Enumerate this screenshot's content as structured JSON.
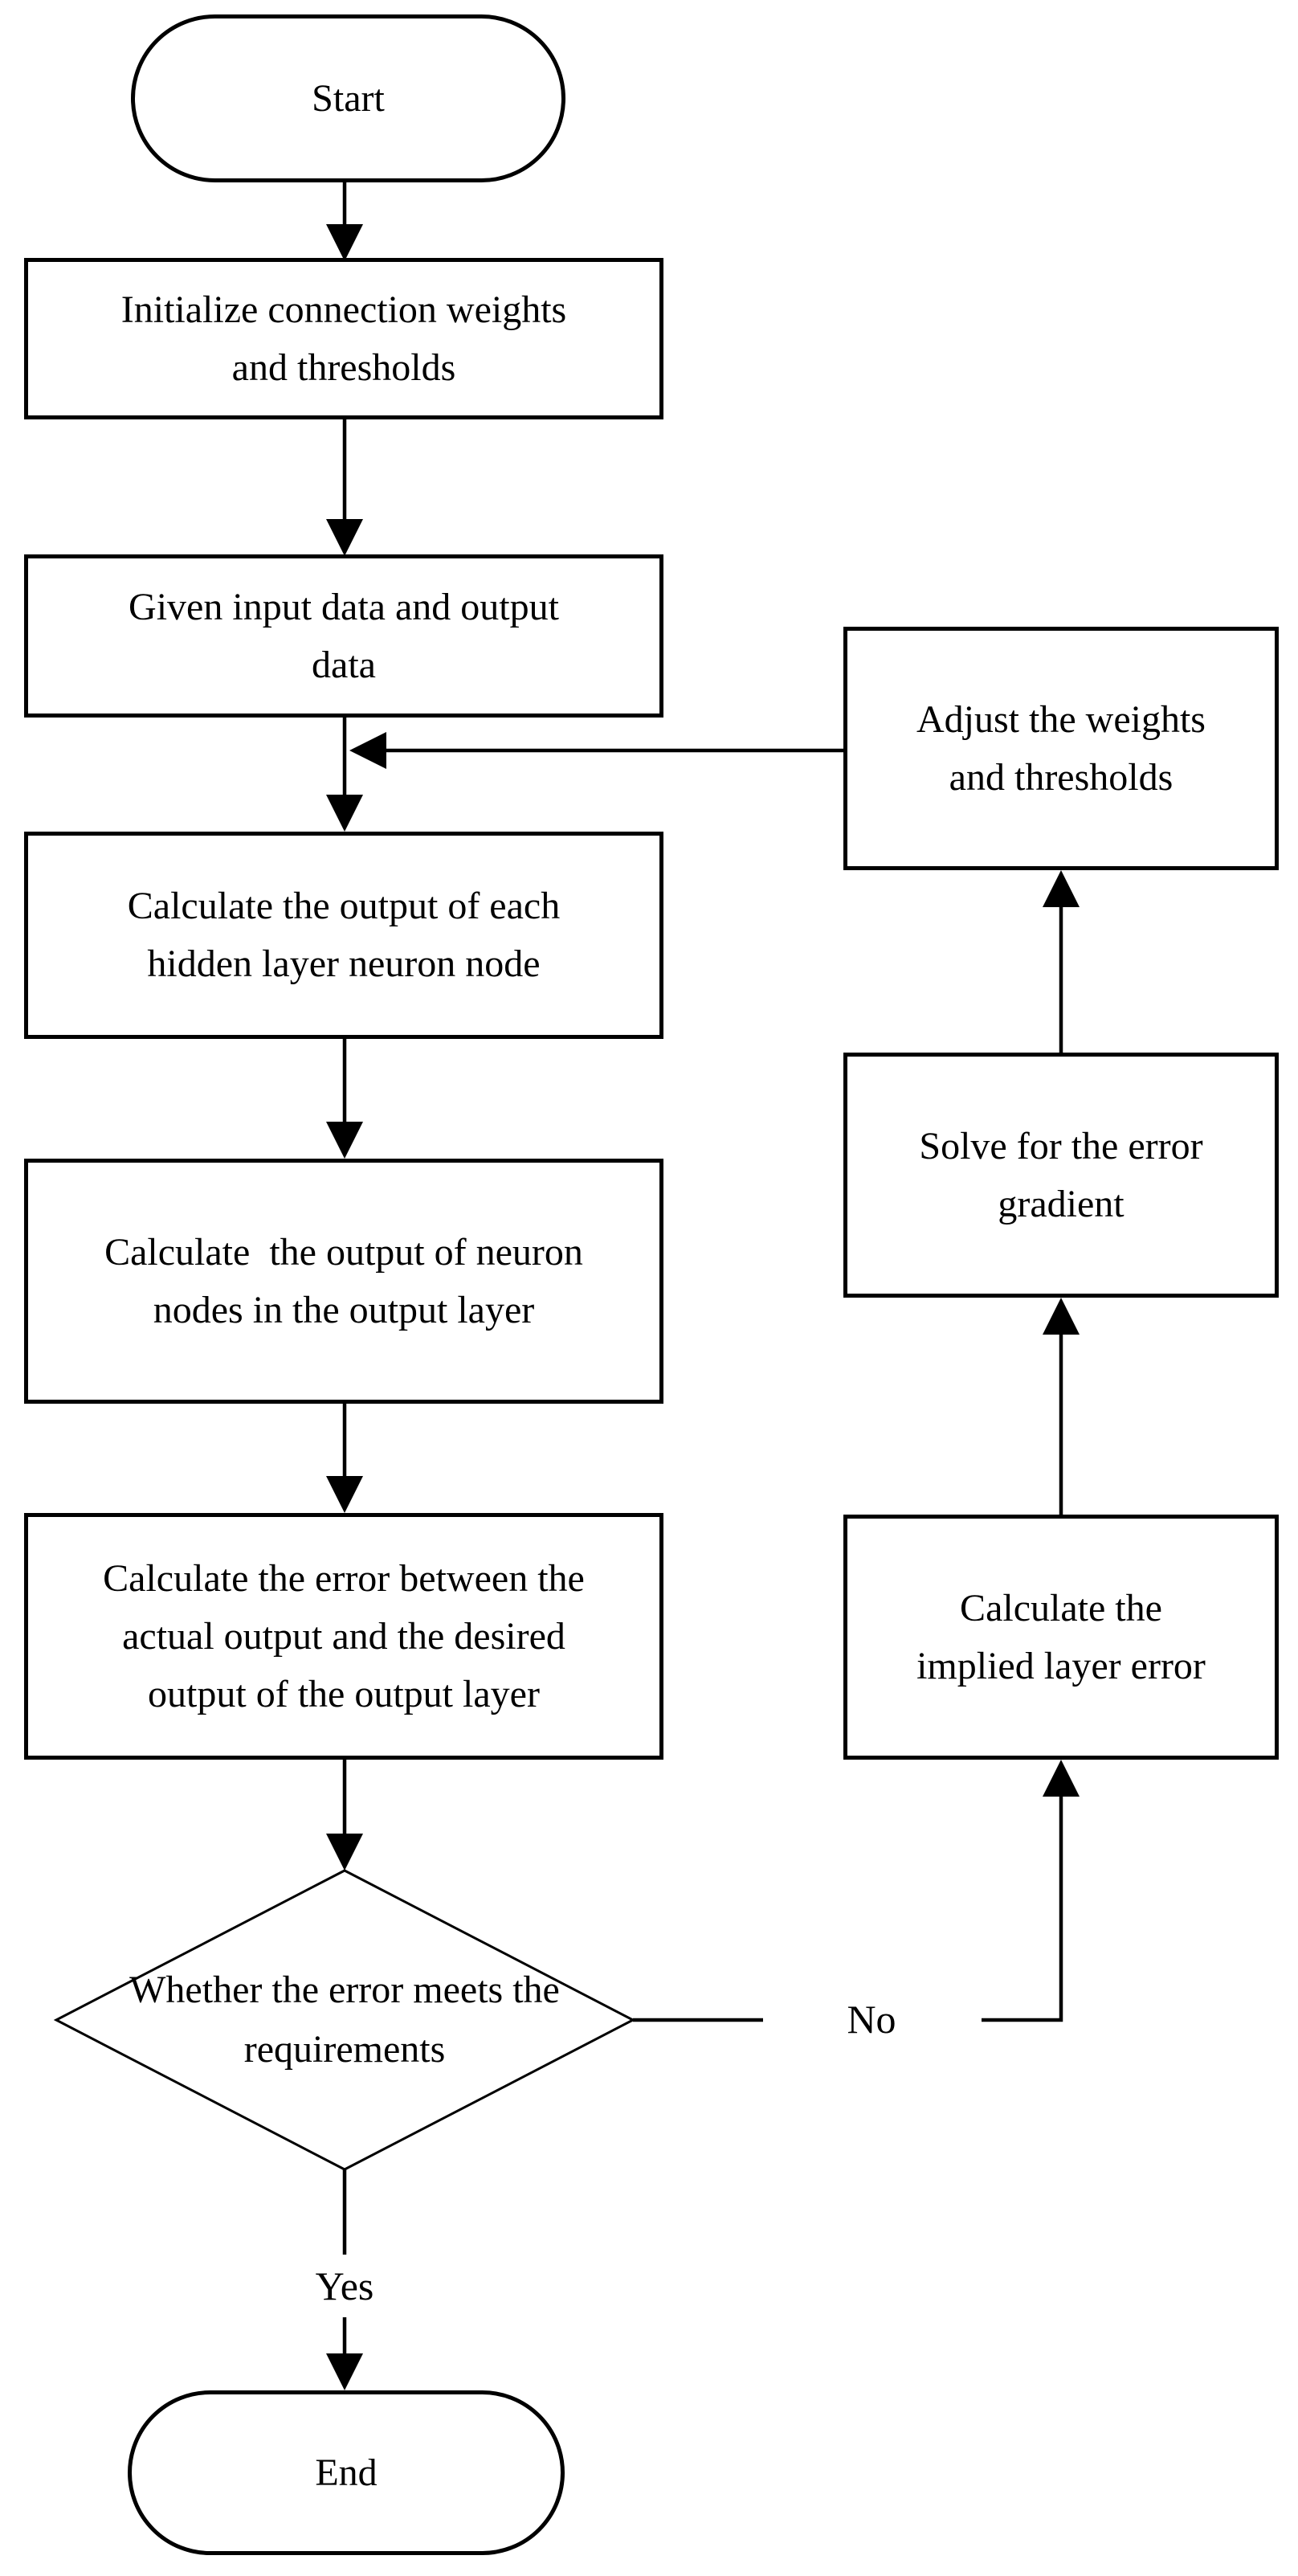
{
  "colors": {
    "line": "#000000",
    "background": "#ffffff"
  },
  "nodes": {
    "start": {
      "type": "terminator",
      "label": "Start"
    },
    "init": {
      "type": "process",
      "label": [
        "Initialize connection weights",
        "and thresholds"
      ]
    },
    "given": {
      "type": "process",
      "label": [
        "Given input data and output",
        "data"
      ]
    },
    "hidden": {
      "type": "process",
      "label": [
        "Calculate the output of each",
        "hidden layer neuron node"
      ]
    },
    "output": {
      "type": "process",
      "label": [
        "Calculate  the output of neuron",
        "nodes in the output layer"
      ]
    },
    "error": {
      "type": "process",
      "label": [
        "Calculate the error between the",
        "actual output and the desired",
        "output of the output layer"
      ]
    },
    "decision": {
      "type": "decision",
      "label": [
        "Whether the error",
        "meets the requirements"
      ]
    },
    "end": {
      "type": "terminator",
      "label": "End"
    },
    "implied": {
      "type": "process",
      "label": [
        "Calculate the",
        "implied layer error"
      ]
    },
    "solve": {
      "type": "process",
      "label": [
        "Solve for the error",
        "gradient"
      ]
    },
    "adjust": {
      "type": "process",
      "label": [
        "Adjust the weights",
        "and thresholds"
      ]
    }
  },
  "edge_labels": {
    "yes": "Yes",
    "no": "No"
  }
}
